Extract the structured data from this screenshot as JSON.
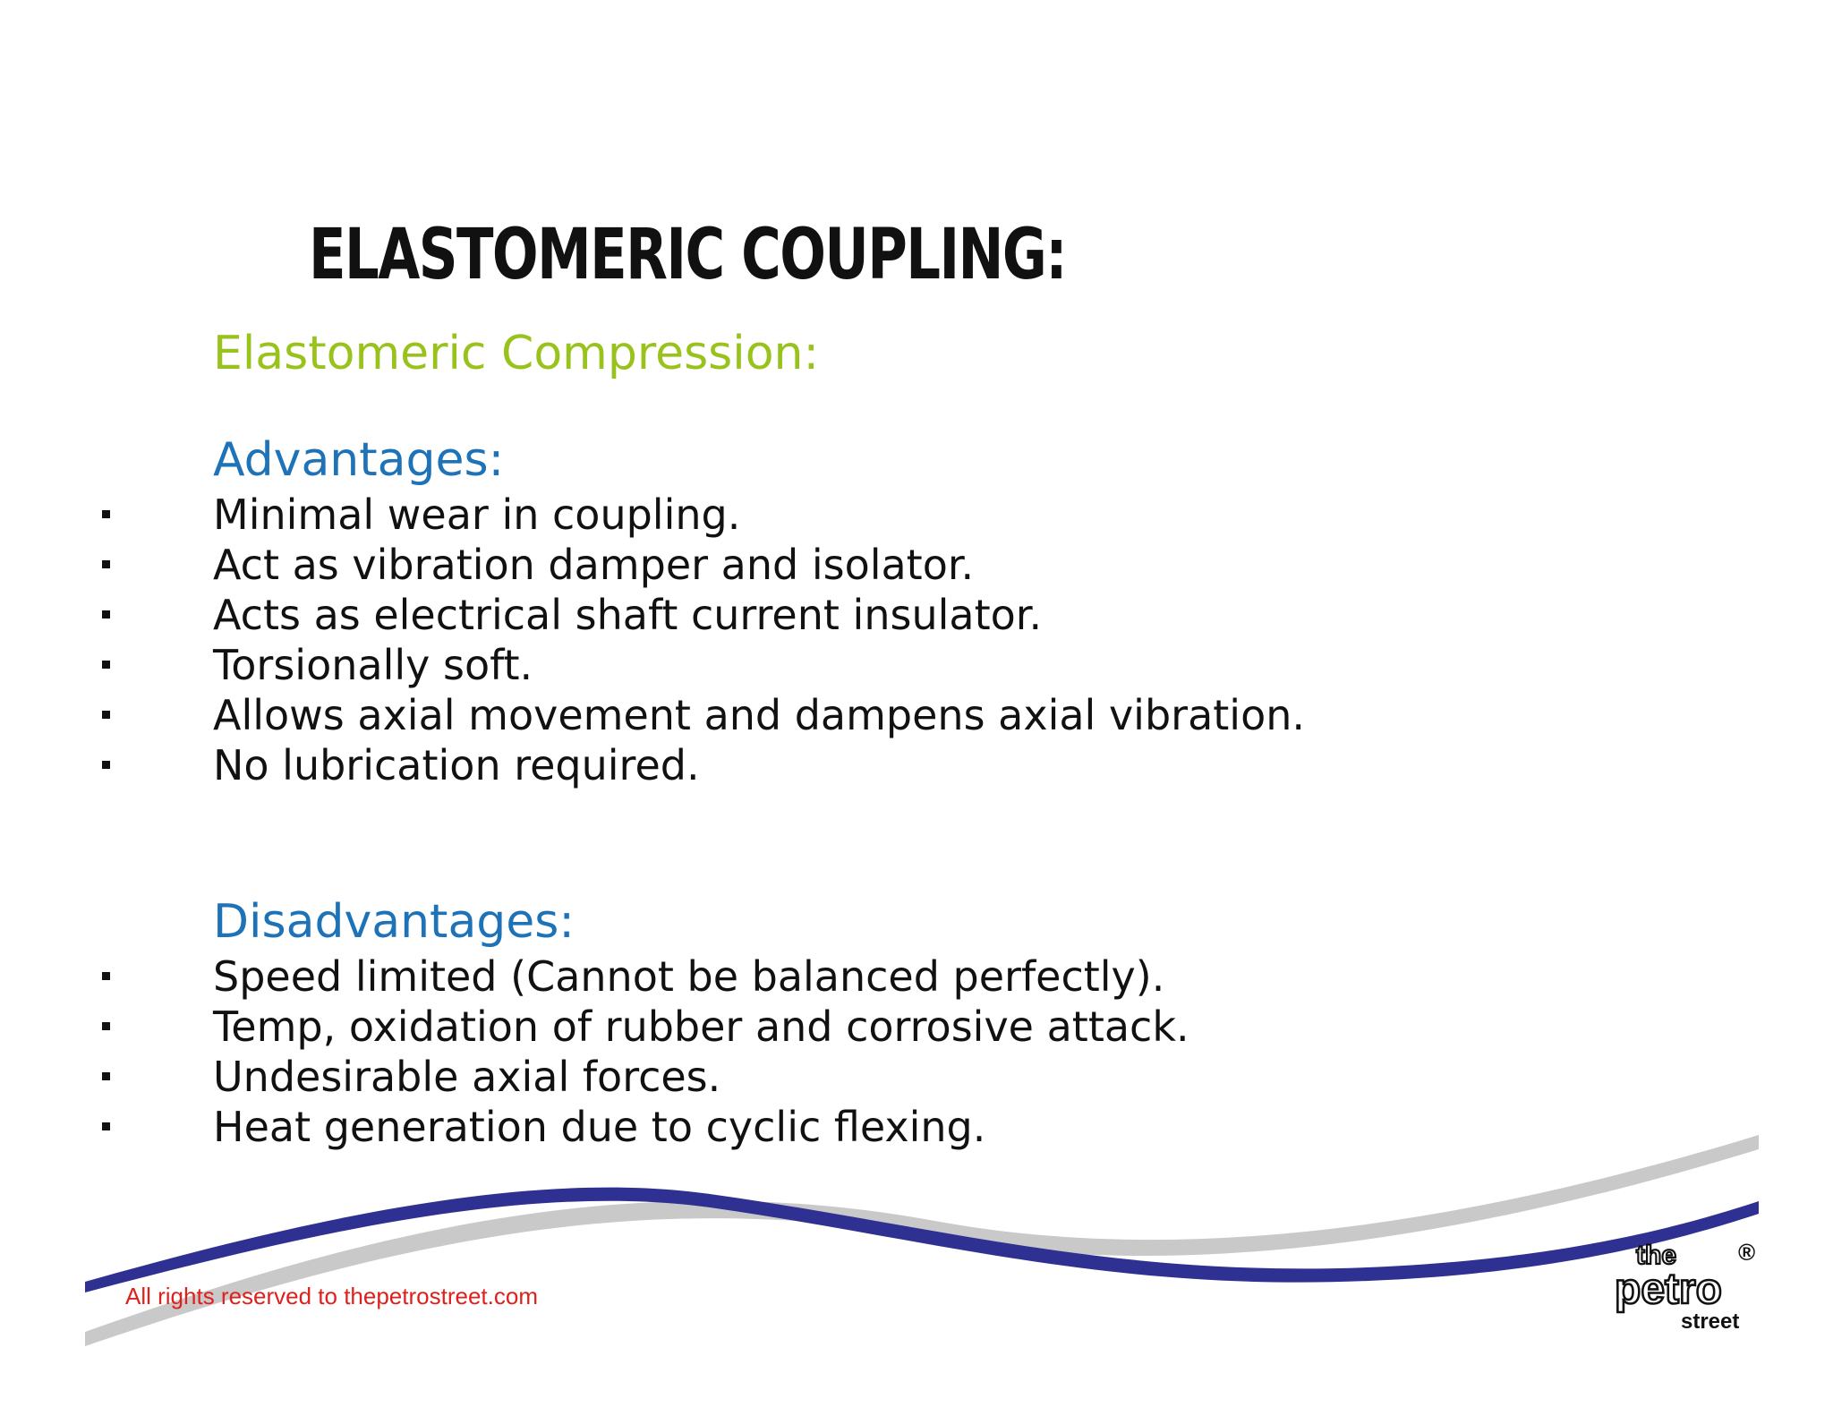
{
  "slide": {
    "title": "ELASTOMERIC COUPLING:",
    "subtitle": "Elastomeric Compression:",
    "advantages_heading": "Advantages:",
    "advantages": [
      "Minimal wear in coupling.",
      "Act as vibration damper and isolator.",
      "Acts as electrical shaft current insulator.",
      "Torsionally soft.",
      "Allows axial movement and dampens axial vibration.",
      "No lubrication required."
    ],
    "disadvantages_heading": "Disadvantages:",
    "disadvantages": [
      "Speed limited (Cannot be balanced perfectly).",
      "Temp, oxidation of rubber and corrosive attack.",
      "Undesirable axial forces.",
      "Heat generation due to cyclic flexing."
    ],
    "footer": "All rights reserved to thepetrostreet.com",
    "logo": {
      "line1": "the",
      "line2": "petro",
      "line3": "street",
      "mark": "®"
    }
  },
  "colors": {
    "subtitle": "#99c21c",
    "heading": "#1e73b8",
    "footer": "#e0201c",
    "wave_blue": "#2e3192",
    "wave_grey": "#c9c9c9"
  }
}
